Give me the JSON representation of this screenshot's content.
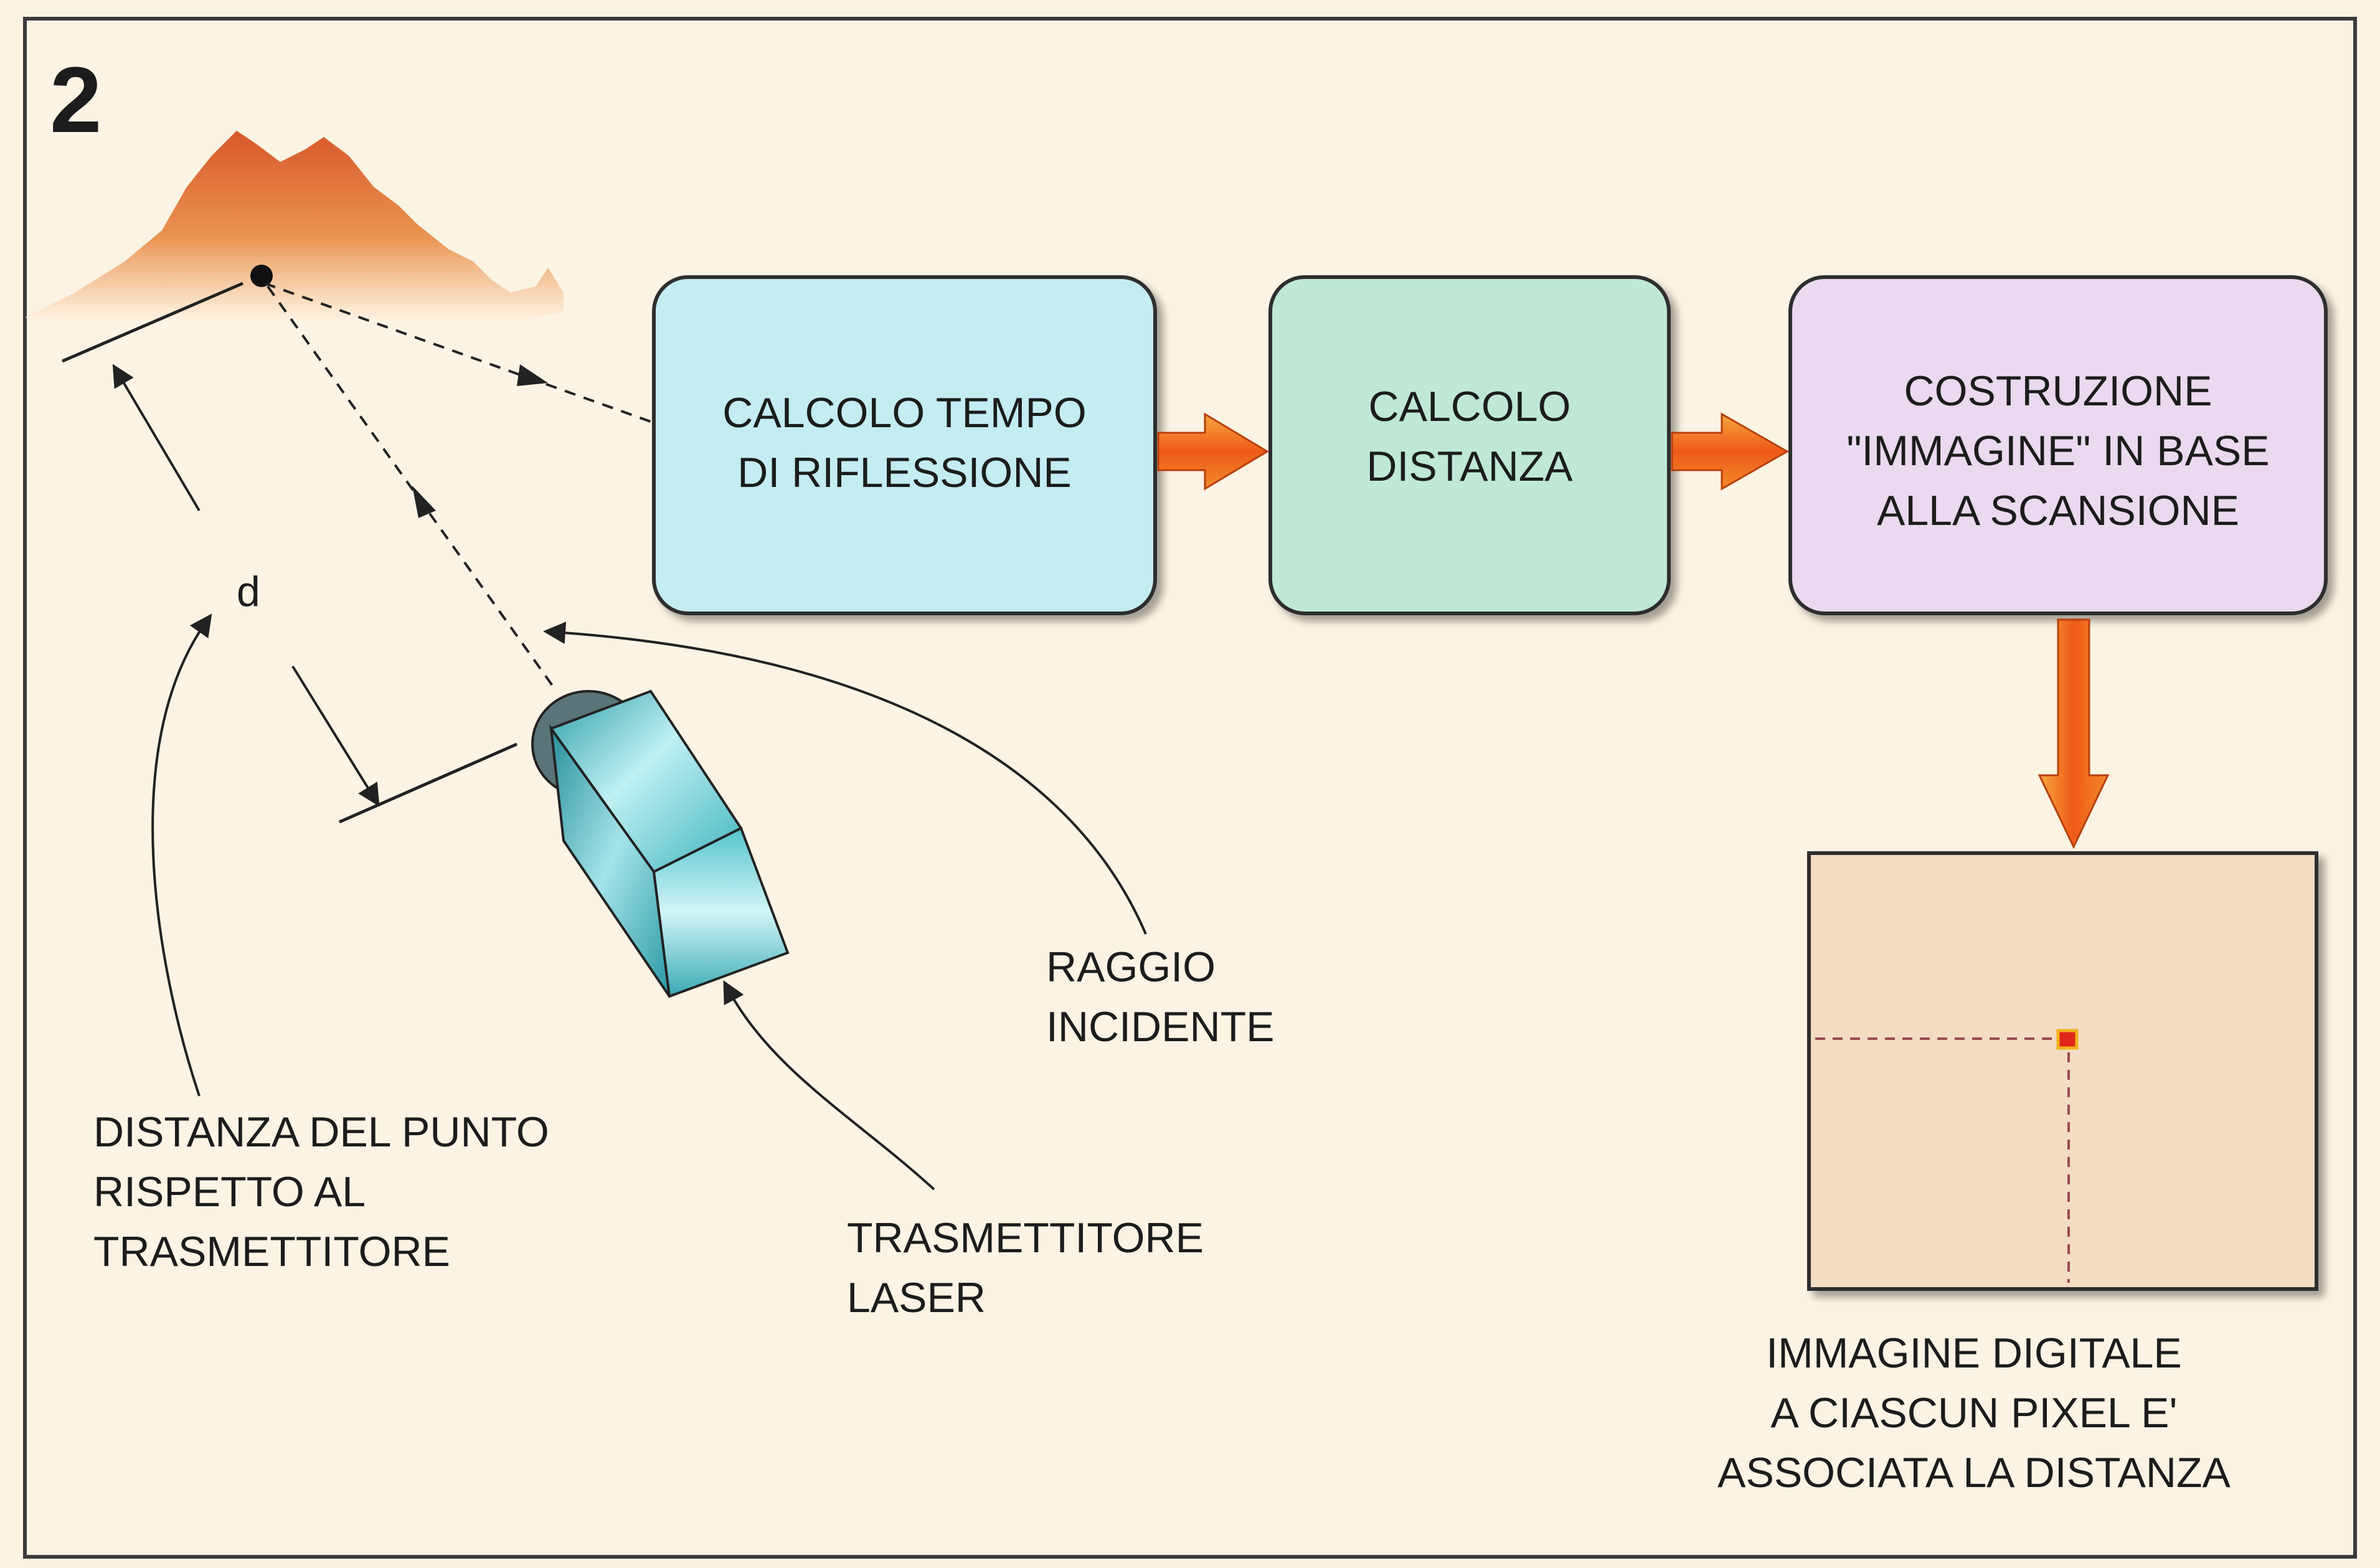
{
  "figure": {
    "number": "2"
  },
  "colors": {
    "background": "#fbf3e3",
    "frame": "#3a3a3a",
    "box_reflection": "#c4ecf3",
    "box_distance": "#bfe8d6",
    "box_image": "#ead9ef",
    "digital_image": "#f2dcc2",
    "arrow_orange": "#f06a1e",
    "mountain": "#e7874a",
    "laser_body": "#42b8c4",
    "pixel": "#e0261b"
  },
  "icons": {
    "mountain": "mountain-icon",
    "laser": "laser-transmitter-icon",
    "target_point": "target-point-icon"
  },
  "labels": {
    "distance_symbol": "d"
  },
  "blocks": {
    "reflection_time": {
      "lines": [
        "CALCOLO TEMPO",
        "DI RIFLESSIONE"
      ]
    },
    "distance": {
      "lines": [
        "CALCOLO",
        "DISTANZA"
      ]
    },
    "image_build": {
      "lines": [
        "COSTRUZIONE",
        "\"IMMAGINE\" IN BASE",
        "ALLA SCANSIONE"
      ]
    }
  },
  "captions": {
    "point_distance": [
      "DISTANZA DEL PUNTO",
      "RISPETTO AL",
      "TRASMETTITORE"
    ],
    "laser_transmitter": [
      "TRASMETTITORE",
      "LASER"
    ],
    "incident_ray": [
      "RAGGIO",
      "INCIDENTE"
    ],
    "digital_image": [
      "IMMAGINE DIGITALE",
      "A CIASCUN PIXEL E'",
      "ASSOCIATA LA DISTANZA"
    ]
  }
}
